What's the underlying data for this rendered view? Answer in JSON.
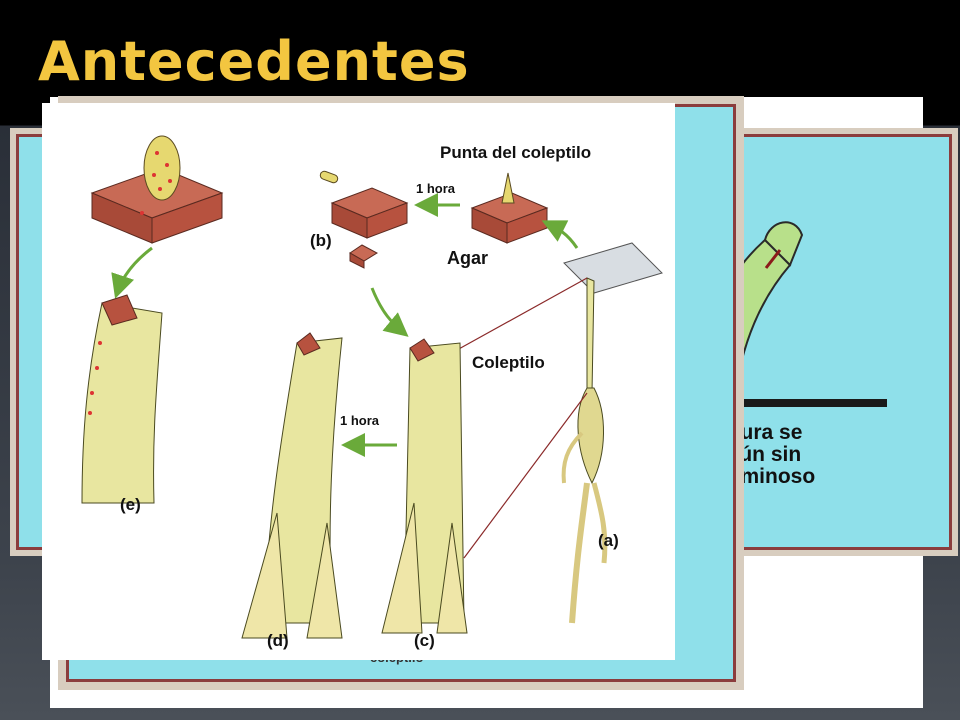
{
  "slide": {
    "title": "Antecedentes"
  },
  "background_panel": {
    "caption_lines": [
      "a curvatura se",
      "oduce aún sin",
      "ímulo luminoso"
    ],
    "bottom_caption": "coleptilo"
  },
  "diagram": {
    "labels": {
      "tip": "Punta del coleptilo",
      "hour_b": "1 hora",
      "agar": "Agar",
      "step_b": "(b)",
      "coleoptile": "Coleptilo",
      "hour_c": "1 hora",
      "step_e": "(e)",
      "step_d": "(d)",
      "step_c": "(c)",
      "step_a": "(a)"
    }
  },
  "colors": {
    "title": "#f3c640",
    "panel_fill": "#8fe0ea",
    "panel_border": "#8b3d3d",
    "stem": "#e8e6a0",
    "agar": "#b7523f",
    "arrow_green": "#6aaa3a"
  }
}
